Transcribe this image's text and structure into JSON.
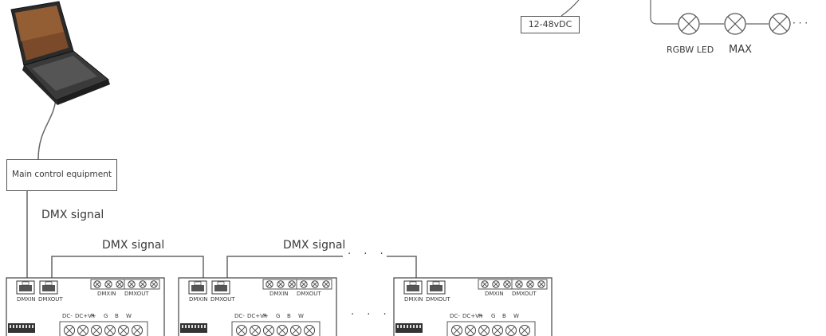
{
  "power_label": "12-48vDC",
  "led_labels": {
    "type": "RGBW LED",
    "max": "MAX"
  },
  "led_chain_ellipsis": "· · ·",
  "controller": {
    "label": "Main control equipment"
  },
  "signals": {
    "main": "DMX signal",
    "link1": "DMX signal",
    "link2": "DMX signal"
  },
  "decoder": {
    "port_in": "DMXIN",
    "port_out": "DMXOUT",
    "terminal_top_in": "DMXIN",
    "terminal_top_out": "DMXOUT",
    "terminal_bottom_labels": [
      "DC-",
      "DC+V+",
      "R",
      "G",
      "B",
      "W"
    ]
  },
  "decoders_ellipsis": "· · ·",
  "link_ellipsis": "· · ·"
}
